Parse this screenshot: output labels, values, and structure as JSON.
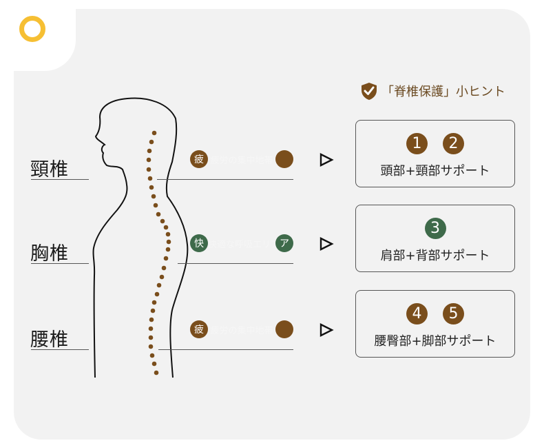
{
  "title": {
    "icon": "shield-check-icon",
    "text": "「脊椎保護」小ヒント"
  },
  "colors": {
    "brown": "#7a4e1c",
    "green": "#3e6a4a",
    "ring": "#f6bf33",
    "card": "#f2f2f2"
  },
  "regions": [
    {
      "label": "頸椎",
      "pill_text": "疲労の集中地帯",
      "pill_start": "疲",
      "pill_color": "brown"
    },
    {
      "label": "胸椎",
      "pill_text": "快適な呼吸エリア",
      "pill_start": "快",
      "pill_end": "ア",
      "pill_color": "green"
    },
    {
      "label": "腰椎",
      "pill_text": "疲労の集中地帯",
      "pill_start": "疲",
      "pill_color": "brown"
    }
  ],
  "support_boxes": [
    {
      "numbers": [
        "1",
        "2"
      ],
      "caption": "頭部+頸部サポート",
      "color": "brown"
    },
    {
      "numbers": [
        "3"
      ],
      "caption": "肩部+背部サポート",
      "color": "green"
    },
    {
      "numbers": [
        "4",
        "5"
      ],
      "caption": "腰臀部+脚部サポート",
      "color": "brown"
    }
  ]
}
